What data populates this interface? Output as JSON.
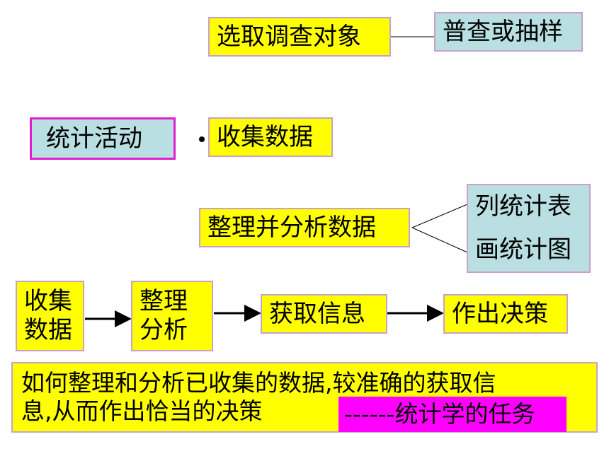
{
  "top": {
    "select_object": "选取调查对象",
    "census_or_sample": "普查或抽样"
  },
  "middle": {
    "statistical_activity": "统计活动",
    "collect_data": "收集数据",
    "organize_analyze": "整理并分析数据",
    "list_table": "列统计表",
    "draw_chart": "画统计图"
  },
  "flow": {
    "step1_line1": "收集",
    "step1_line2": "数据",
    "step2_line1": "整理",
    "step2_line2": "分析",
    "step3": "获取信息",
    "step4": "作出决策"
  },
  "summary": {
    "line1": "如何整理和分析已收集的数据,较准确的获取信",
    "line2": "息,从而作出恰当的决策",
    "task": "------统计学的任务"
  },
  "colors": {
    "box_yellow": "#ffff00",
    "box_cyan": "#b9dfe2",
    "accent_magenta": "#ff00ff"
  }
}
